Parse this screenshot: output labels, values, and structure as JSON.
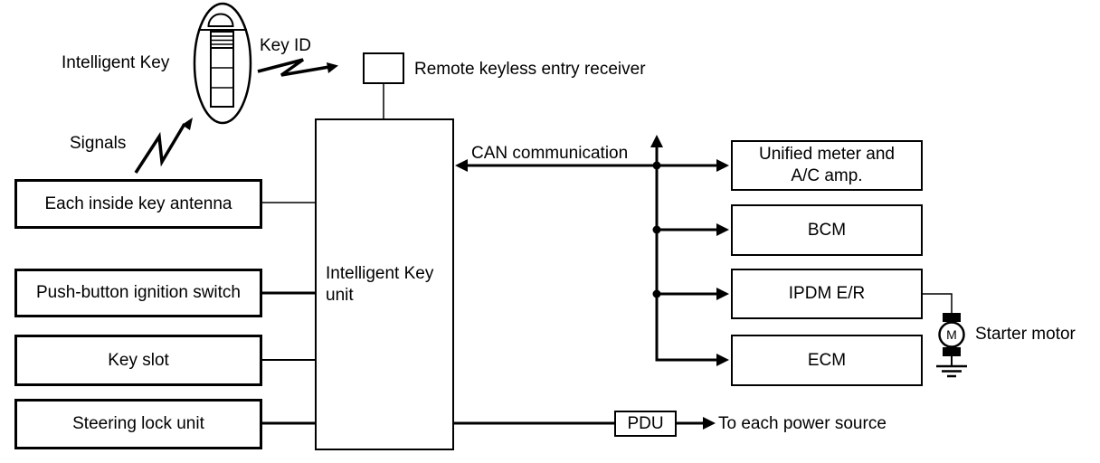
{
  "labels": {
    "intelligent_key": "Intelligent Key",
    "key_id": "Key ID",
    "signals": "Signals",
    "remote_receiver": "Remote keyless entry receiver",
    "can_communication": "CAN communication",
    "to_each_power_source": "To each power source",
    "starter_motor": "Starter motor",
    "motor_symbol": "M"
  },
  "boxes": {
    "each_inside_key_antenna": "Each inside key antenna",
    "push_button_ignition_switch": "Push-button ignition switch",
    "key_slot": "Key slot",
    "steering_lock_unit": "Steering lock unit",
    "intelligent_key_unit": "Intelligent Key unit",
    "unified_meter": "Unified meter and A/C amp.",
    "bcm": "BCM",
    "ipdm": "IPDM E/R",
    "ecm": "ECM",
    "pdu": "PDU"
  },
  "colors": {
    "line": "#000000",
    "background": "#ffffff"
  }
}
